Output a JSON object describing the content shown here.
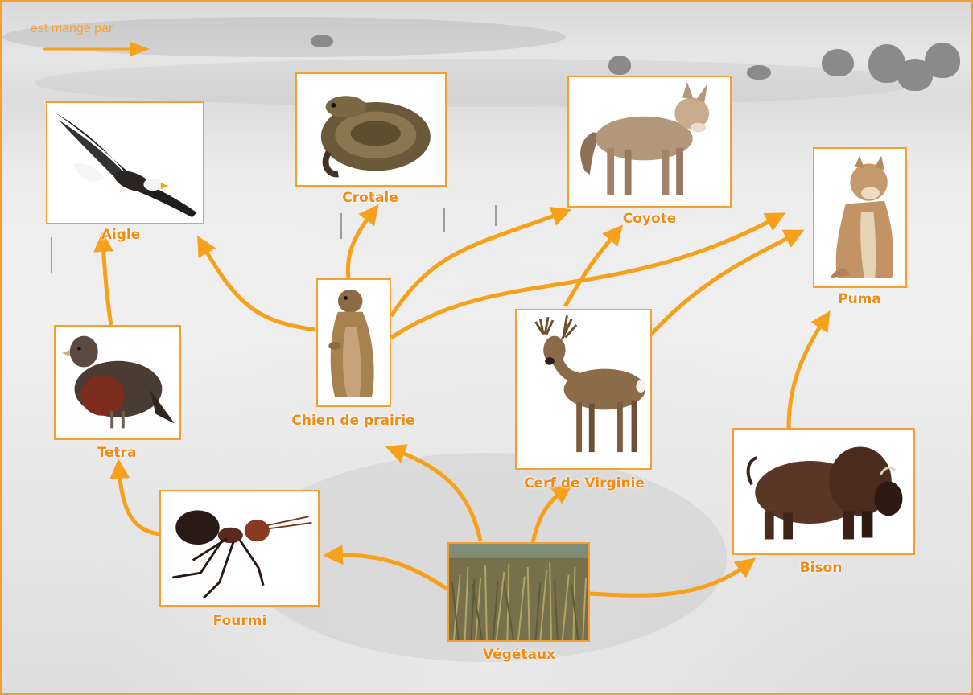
{
  "legend": {
    "text": "est mangé par"
  },
  "nodes": {
    "aigle": {
      "label": "Aigle"
    },
    "crotale": {
      "label": "Crotale"
    },
    "coyote": {
      "label": "Coyote"
    },
    "puma": {
      "label": "Puma"
    },
    "tetra": {
      "label": "Tetra"
    },
    "chien": {
      "label": "Chien de prairie"
    },
    "cerf": {
      "label": "Cerf de Virginie"
    },
    "fourmi": {
      "label": "Fourmi"
    },
    "vegetaux": {
      "label": "Végétaux"
    },
    "bison": {
      "label": "Bison"
    }
  },
  "links": [
    {
      "from": "vegetaux",
      "to": "fourmi"
    },
    {
      "from": "vegetaux",
      "to": "chien"
    },
    {
      "from": "vegetaux",
      "to": "cerf"
    },
    {
      "from": "vegetaux",
      "to": "bison"
    },
    {
      "from": "fourmi",
      "to": "tetra"
    },
    {
      "from": "tetra",
      "to": "aigle"
    },
    {
      "from": "chien",
      "to": "aigle"
    },
    {
      "from": "chien",
      "to": "crotale"
    },
    {
      "from": "chien",
      "to": "coyote"
    },
    {
      "from": "chien",
      "to": "puma"
    },
    {
      "from": "cerf",
      "to": "coyote"
    },
    {
      "from": "cerf",
      "to": "puma"
    },
    {
      "from": "bison",
      "to": "puma"
    }
  ],
  "colors": {
    "arrow": "#f7a11a",
    "frame": "#f2a030",
    "label": "#f08c14"
  }
}
